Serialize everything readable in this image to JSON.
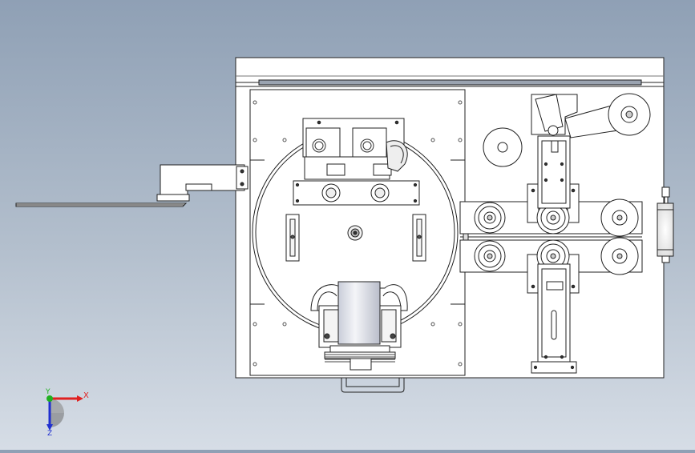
{
  "viewport": {
    "background_top": "#8fa0b5",
    "background_bottom": "#d6dde6",
    "line_color": "#222222",
    "part_fill": "#ffffff"
  },
  "triad": {
    "x_label": "X",
    "y_label": "Y",
    "z_label": "Z",
    "x_color": "#e02020",
    "y_color": "#20b020",
    "z_color": "#2030d0"
  },
  "parts": [
    "main-frame",
    "top-rail",
    "rotary-plate",
    "rotary-disk",
    "feed-arm",
    "motor-block",
    "roller-assembly",
    "tension-arm",
    "slide-bar",
    "pneumatic-cylinder",
    "bottom-handle"
  ]
}
